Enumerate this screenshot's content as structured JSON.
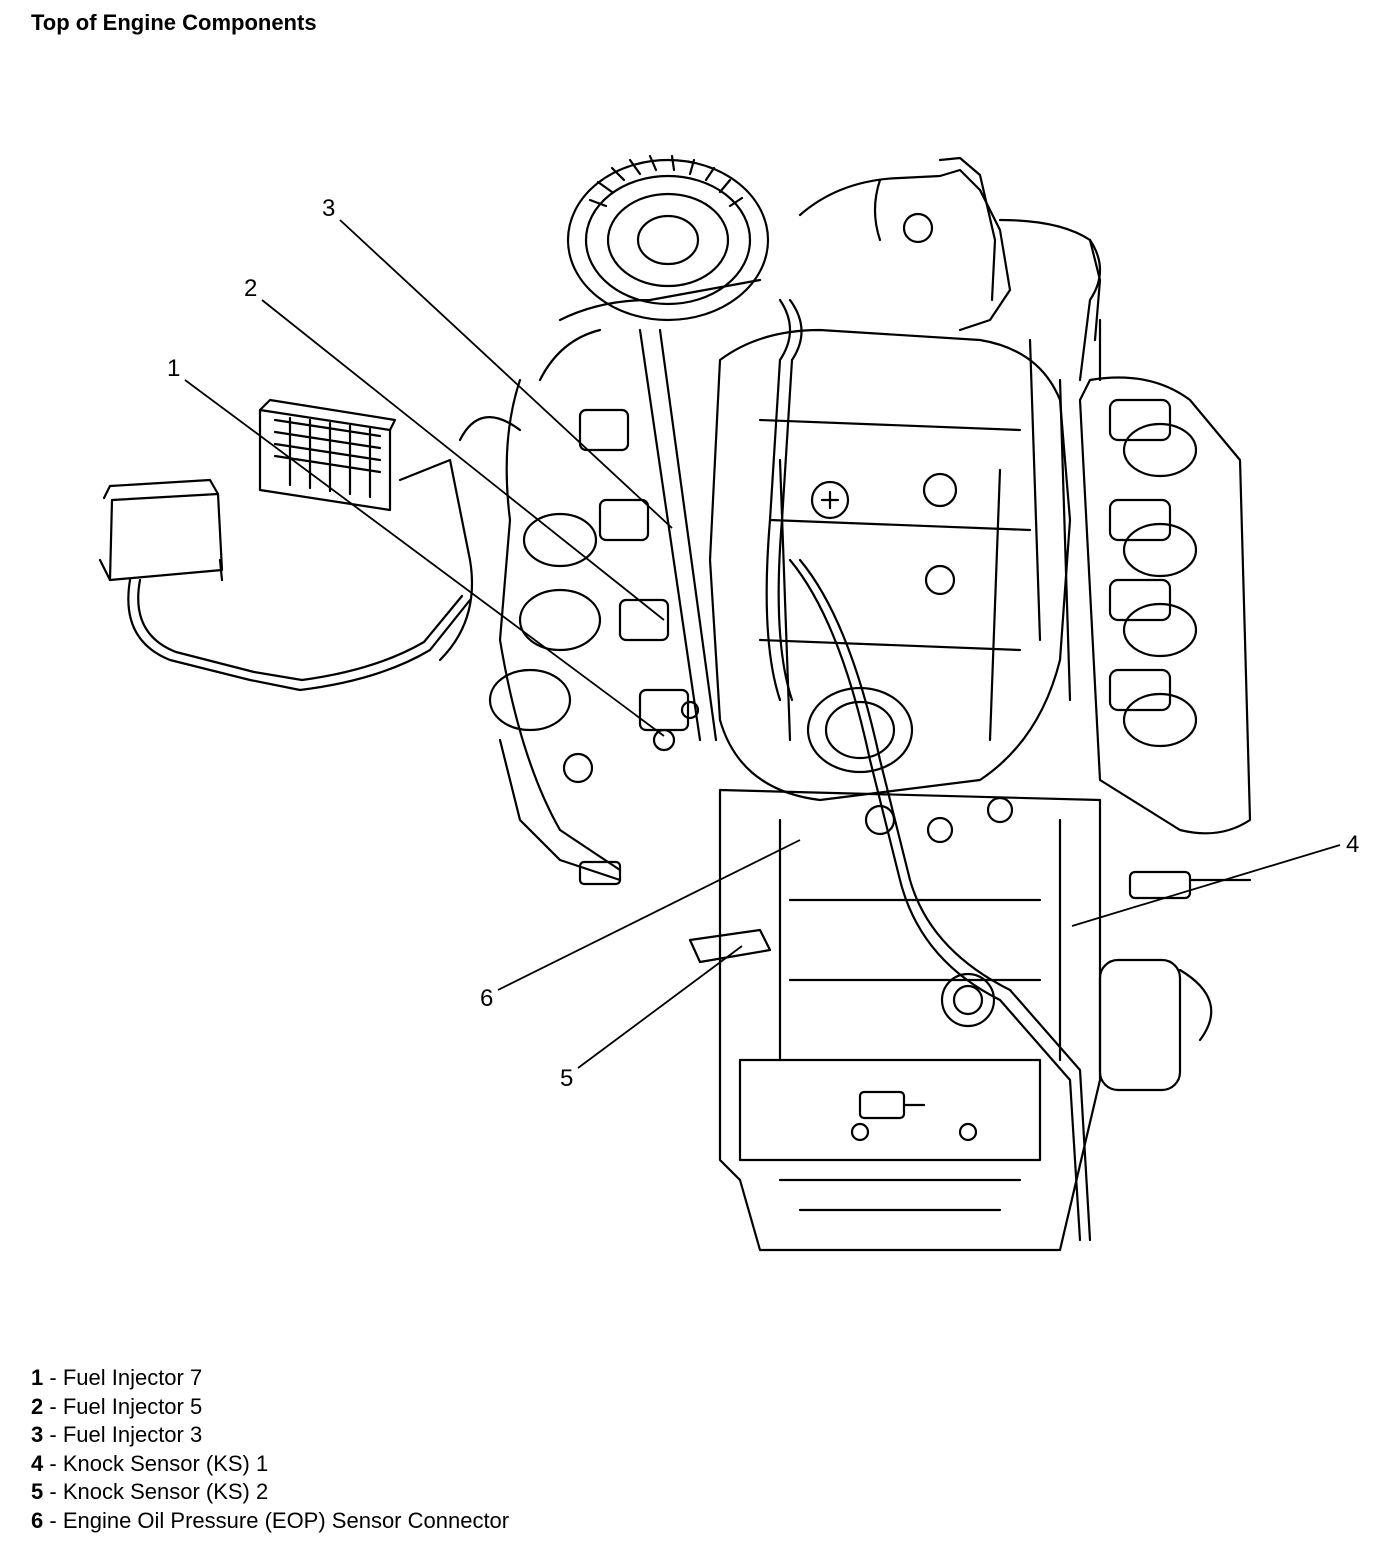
{
  "title": "Top of Engine Components",
  "callouts": [
    {
      "number": "1",
      "label": "Fuel Injector 7"
    },
    {
      "number": "2",
      "label": "Fuel Injector 5"
    },
    {
      "number": "3",
      "label": "Fuel Injector 3"
    },
    {
      "number": "4",
      "label": "Knock Sensor (KS) 1"
    },
    {
      "number": "5",
      "label": "Knock Sensor (KS) 2"
    },
    {
      "number": "6",
      "label": "Engine Oil Pressure (EOP) Sensor Connector"
    }
  ],
  "separator": " - "
}
